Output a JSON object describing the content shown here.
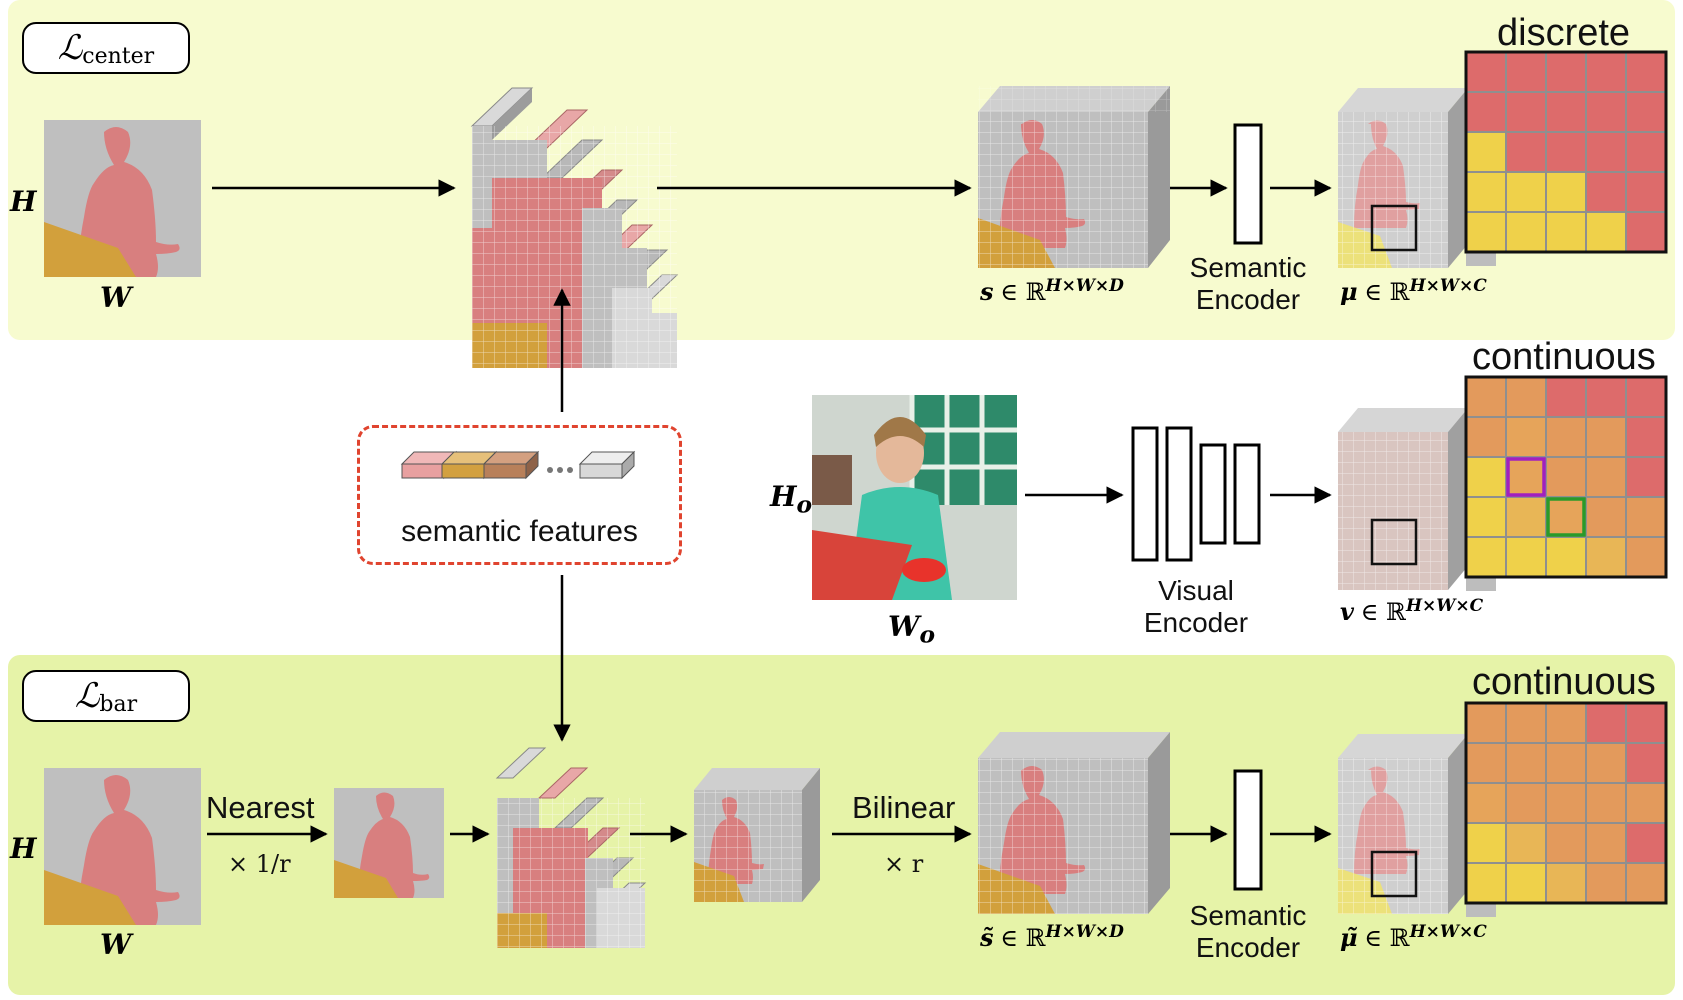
{
  "panels": {
    "top": {
      "loss": {
        "main": "ℒ",
        "sub": "center"
      },
      "input_dims": {
        "h": "H",
        "w": "W"
      },
      "s_label": "s ∈ ℝH×W×D",
      "s_math": {
        "sym": "s",
        "rest": "∈ ℝ",
        "sup": "H×W×D"
      },
      "encoder": [
        "Semantic",
        "Encoder"
      ],
      "mu_math": {
        "sym": "μ",
        "rest": "∈ ℝ",
        "sup": "H×W×C"
      },
      "grid_title": "discrete"
    },
    "middle": {
      "semantic_features": "semantic features",
      "photo_dims": {
        "h": "H",
        "h_sub": "o",
        "w": "W",
        "w_sub": "o"
      },
      "encoder": [
        "Visual",
        "Encoder"
      ],
      "v_math": {
        "sym": "v",
        "rest": "∈ ℝ",
        "sup": "H×W×C"
      },
      "grid_title": "continuous"
    },
    "bottom": {
      "loss": {
        "main": "ℒ",
        "sub": "bar"
      },
      "input_dims": {
        "h": "H",
        "w": "W"
      },
      "nearest": {
        "label": "Nearest",
        "factor": "× 1/r"
      },
      "bilinear": {
        "label": "Bilinear",
        "factor": "× r"
      },
      "s_math": {
        "sym": "s̃",
        "rest": "∈ ℝ",
        "sup": "H×W×D"
      },
      "encoder": [
        "Semantic",
        "Encoder"
      ],
      "mu_math": {
        "sym": "μ̃",
        "rest": "∈ ℝ",
        "sup": "H×W×C"
      },
      "grid_title": "continuous"
    }
  },
  "colors": {
    "top_panel": "#f7fbcf",
    "bottom_panel": "#e6f3a8",
    "person": "#d87f7f",
    "table": "#d2a03c",
    "background": "#bfbfbf",
    "red_cell": "#dd6b6b",
    "yellow_cell": "#efd14a",
    "orange_cell": "#e39a5c",
    "dashed_box": "#e0442f",
    "purple_box": "#a020c0",
    "green_box": "#2a9a2a"
  },
  "grids": {
    "discrete": [
      [
        "r",
        "r",
        "r",
        "r",
        "r"
      ],
      [
        "r",
        "r",
        "r",
        "r",
        "r"
      ],
      [
        "y",
        "r",
        "r",
        "r",
        "r"
      ],
      [
        "y",
        "y",
        "y",
        "r",
        "r"
      ],
      [
        "y",
        "y",
        "y",
        "y",
        "r"
      ]
    ],
    "continuous_mid": [
      [
        "#e39a5c",
        "#e39a5c",
        "#dd6b6b",
        "#dd6b6b",
        "#dd6b6b"
      ],
      [
        "#e39a5c",
        "#e6a45a",
        "#e39a5c",
        "#e39a5c",
        "#dd6b6b"
      ],
      [
        "#efd14a",
        "#e6a45a",
        "#e39a5c",
        "#e39a5c",
        "#dd6b6b"
      ],
      [
        "#efd14a",
        "#e8b656",
        "#e6a45a",
        "#e39a5c",
        "#e39a5c"
      ],
      [
        "#efd14a",
        "#efd14a",
        "#efd14a",
        "#e8b656",
        "#e39a5c"
      ]
    ],
    "continuous_bottom": [
      [
        "#e39a5c",
        "#e39a5c",
        "#e39a5c",
        "#dd6b6b",
        "#dd6b6b"
      ],
      [
        "#e39a5c",
        "#e39a5c",
        "#e39a5c",
        "#e39a5c",
        "#dd6b6b"
      ],
      [
        "#e6a45a",
        "#e39a5c",
        "#e39a5c",
        "#e39a5c",
        "#e39a5c"
      ],
      [
        "#efd14a",
        "#e8b656",
        "#e39a5c",
        "#e39a5c",
        "#dd6b6b"
      ],
      [
        "#efd14a",
        "#efd14a",
        "#e8b656",
        "#e39a5c",
        "#e39a5c"
      ]
    ]
  }
}
